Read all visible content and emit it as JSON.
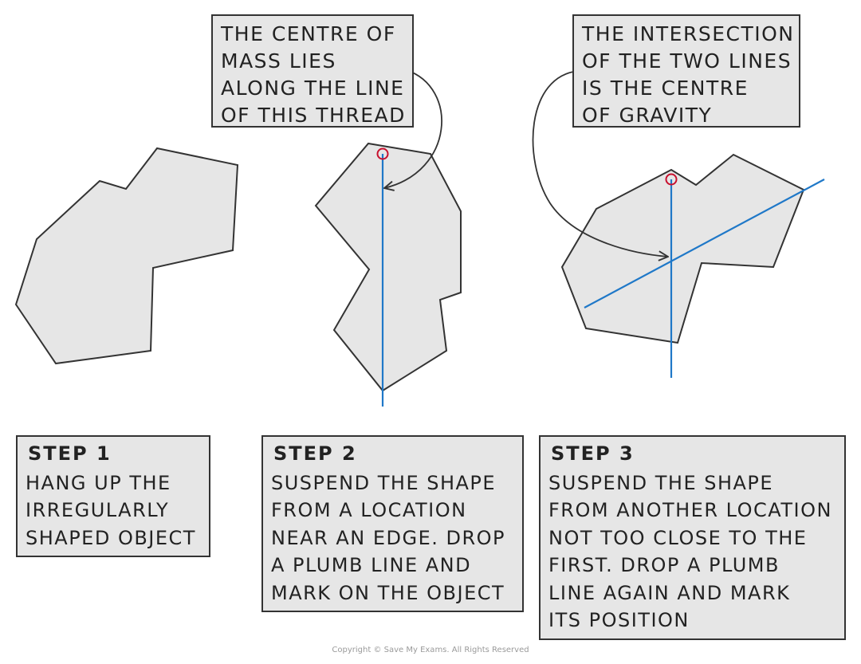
{
  "callouts": {
    "center_of_mass": [
      "THE CENTRE OF",
      "MASS LIES",
      "ALONG THE LINE",
      "OF THIS THREAD"
    ],
    "intersection": [
      "THE INTERSECTION",
      "OF THE TWO LINES",
      "IS THE CENTRE",
      "OF GRAVITY"
    ]
  },
  "steps": [
    {
      "title": "STEP 1",
      "lines": [
        "HANG UP THE",
        "IRREGULARLY",
        "SHAPED OBJECT"
      ]
    },
    {
      "title": "STEP 2",
      "lines": [
        "SUSPEND THE SHAPE",
        "FROM A LOCATION",
        "NEAR AN EDGE. DROP",
        "A PLUMB LINE AND",
        "MARK ON THE OBJECT"
      ]
    },
    {
      "title": "STEP 3",
      "lines": [
        "SUSPEND THE SHAPE",
        "FROM ANOTHER LOCATION",
        "NOT TOO CLOSE TO THE",
        "FIRST. DROP A PLUMB",
        "LINE AGAIN AND MARK",
        "ITS POSITION"
      ]
    }
  ],
  "copyright": "Copyright © Save My Exams. All Rights Reserved",
  "colors": {
    "shape_fill": "#e6e6e6",
    "outline": "#333333",
    "plumb_line": "#1f78c8",
    "pivot_marker": "#c8102e",
    "box_fill": "#e6e6e6"
  }
}
